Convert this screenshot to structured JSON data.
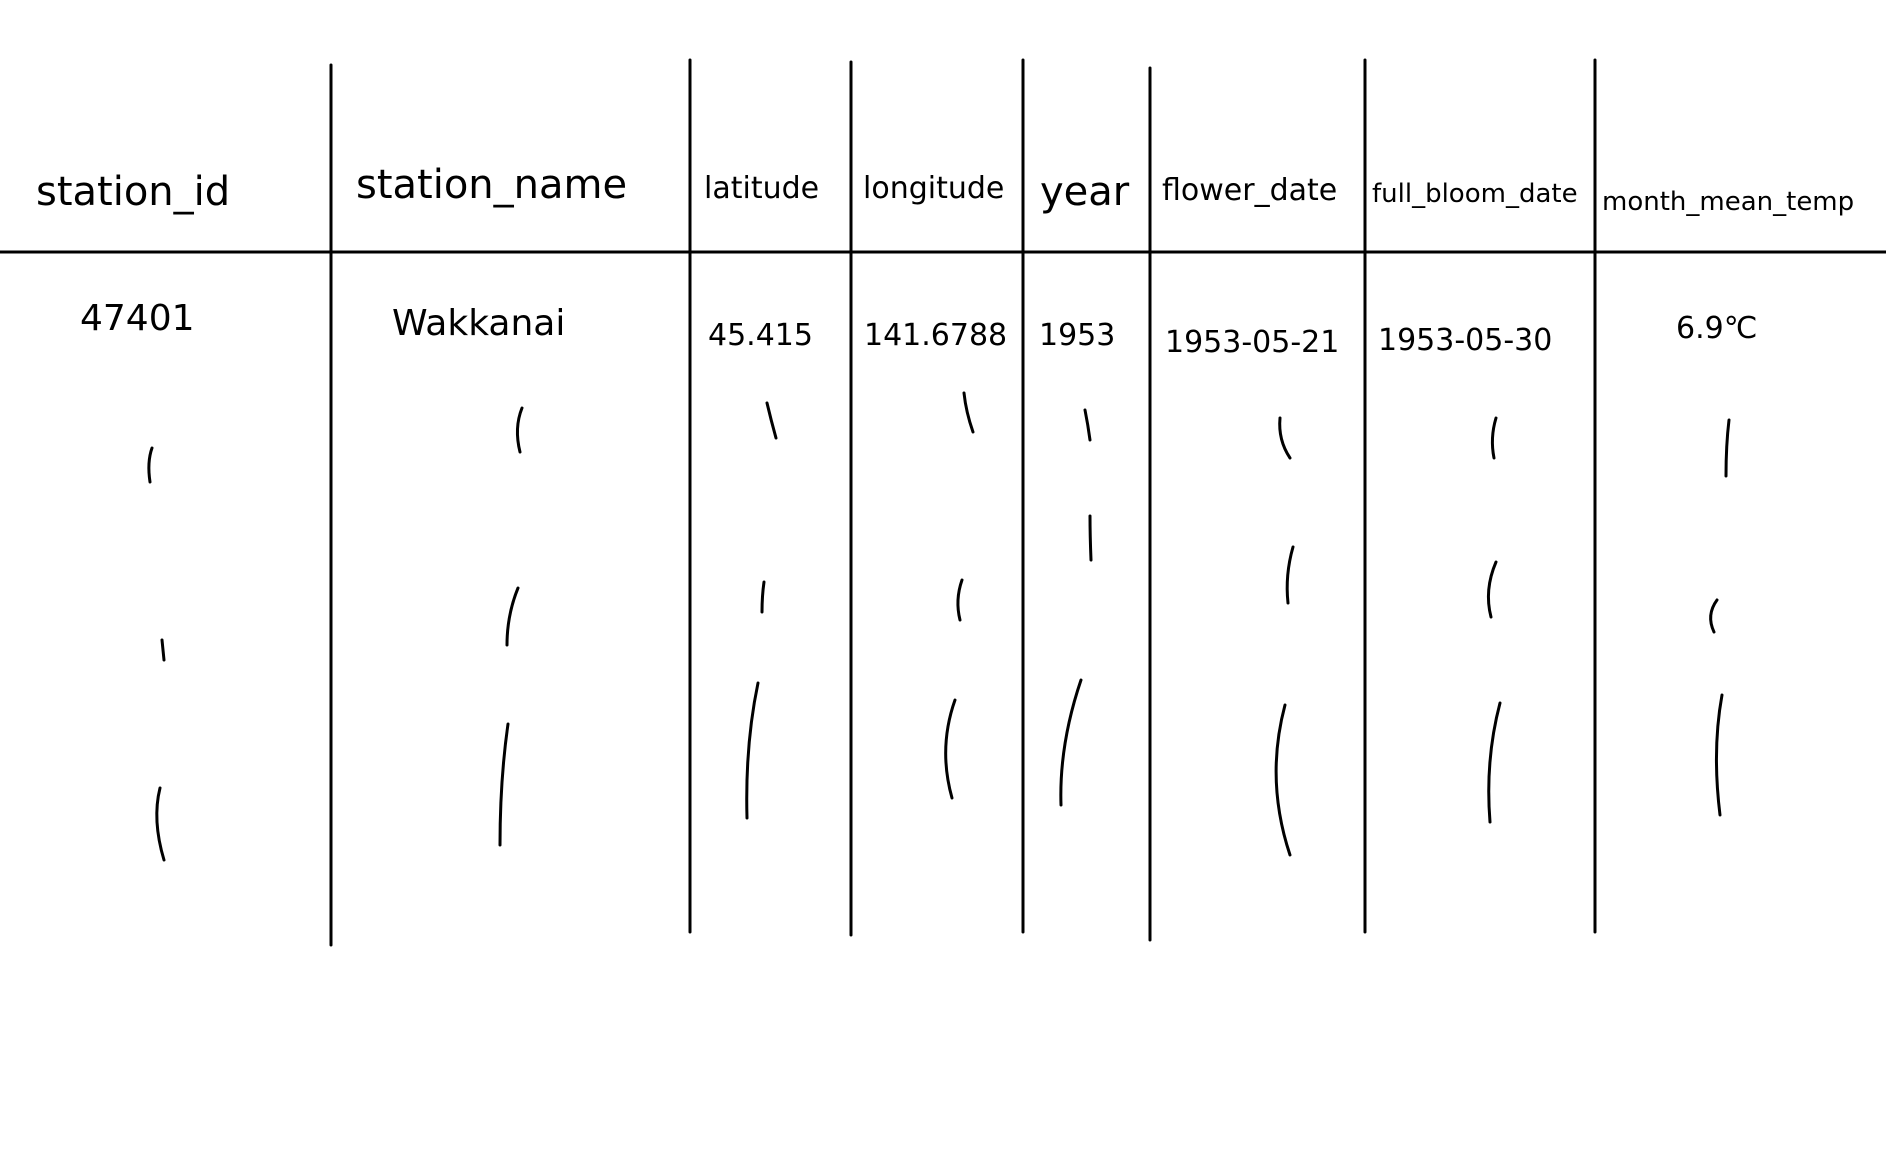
{
  "table": {
    "columns": [
      "station_id",
      "station_name",
      "latitude",
      "longitude",
      "year",
      "flower_date",
      "full_bloom_date",
      "month_mean_temp"
    ],
    "rows": [
      [
        "47401",
        "Wakkanai",
        "45.415",
        "141.6788",
        "1953",
        "1953-05-21",
        "1953-05-30",
        "6.9℃"
      ]
    ],
    "continuation_marks": "ditto strokes indicating repeated values"
  }
}
